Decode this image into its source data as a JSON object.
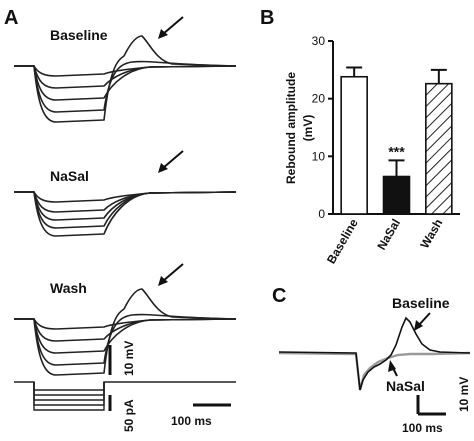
{
  "panels": {
    "a": "A",
    "b": "B",
    "c": "C"
  },
  "panel_a": {
    "conditions": [
      "Baseline",
      "NaSal",
      "Wash"
    ],
    "scalebar_voltage": "10 mV",
    "scalebar_current": "50 pA",
    "scalebar_time": "100 ms"
  },
  "panel_c": {
    "trace_labels": [
      "Baseline",
      "NaSal"
    ],
    "scalebar_voltage": "10 mV",
    "scalebar_time": "100 ms",
    "colors": {
      "Baseline": "#111111",
      "NaSal": "#999999"
    }
  },
  "chart_data": {
    "type": "bar",
    "categories": [
      "Baseline",
      "NaSal",
      "Wash"
    ],
    "values": [
      23.8,
      6.5,
      22.6
    ],
    "errors": [
      1.6,
      2.8,
      2.4
    ],
    "fills": [
      "white",
      "black",
      "hatched"
    ],
    "ylabel": "Rebound amplitude\n(mV)",
    "ylim": [
      0,
      30
    ],
    "yticks": [
      0,
      10,
      20,
      30
    ],
    "annotations": [
      {
        "category": "NaSal",
        "text": "***"
      }
    ],
    "grid": false
  }
}
